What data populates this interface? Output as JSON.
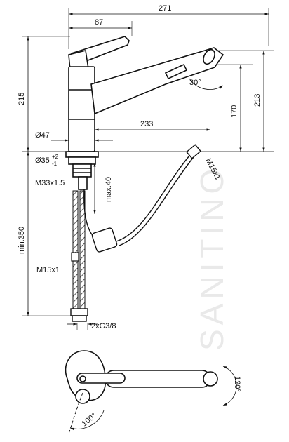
{
  "watermark": "SANITINO",
  "dimensions": {
    "total_reach": "271",
    "handle_offset": "87",
    "total_height": "215",
    "spout_height": "213",
    "outlet_height": "170",
    "spout_reach": "233",
    "body_diameter": "Ø47",
    "hole_diameter": "Ø35",
    "hole_tol_plus": "+2",
    "hole_tol_minus": "-1",
    "thread_mount": "M33x1.5",
    "max_depth": "max.40",
    "hose_min_length": "min.350",
    "hose_thread": "M15x1",
    "spray_thread": "M15x1",
    "connection": "2xG3/8",
    "spout_angle": "30°",
    "swivel_angle": "120°",
    "handle_angle": "100°"
  }
}
